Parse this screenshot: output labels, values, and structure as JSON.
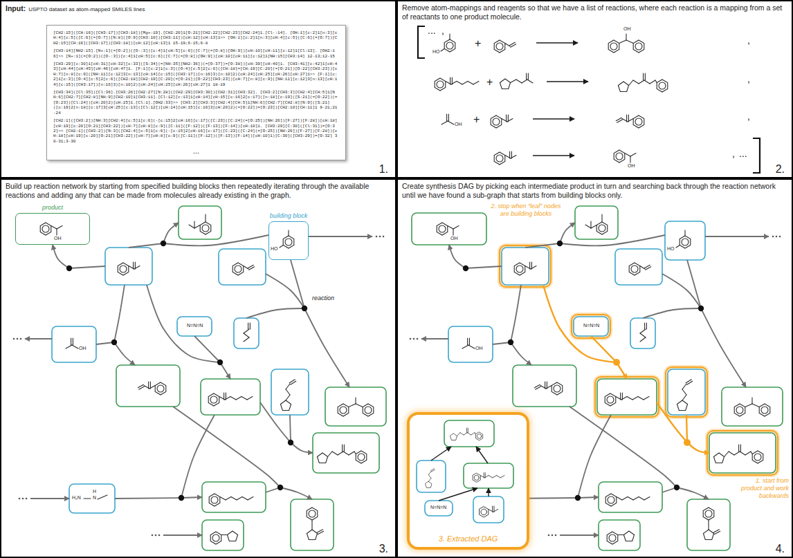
{
  "diagram": {
    "nodes": [
      {
        "text": [
          "Input:",
          "USPTO dataset as atom-mapped SMILES lines",
          "1."
        ]
      },
      {
        "text": [
          "[CH2:15]([CH:16]([CH3:17])[CH3:18])[Mg+:19].[CH2:20]1[O:21][CH2:22][CH2:23][CH2:24]1.[Cl-:14]. [OH:1][c:2]1[n:3][cH:4][c:5]([C:6](=[O:7])[N:8]([O:9][CH3:10])[CH3:11])[cH:12][cH:13]1>> [OH:1][c:2]1[n:3][cH:4][c:5]([C:6](=[O:7])[CH2:15][CH:16]([CH3:17])[CH3:18])[cH:12][cH:13]1 15-19;6-15;6-8",
          "[CH3:14][NH2:15].[N+:1](=[O:2])([O-:3])[c:4]1[cH:5][c:6]([C:7](=[O:8])[OH:9])[cH:10][cH:11][c:12]1[Cl:13]. [OH2:16]>> [N+:1](=[O:2])([O-:3])[c:4]1[cH:5][c:6]([C:7](=[O:8])[OH:9])[cH:10][cH:11][c:12]1[NH:15][CH3:14] 12-13;12-15",
          "[CH3:29][c:30]1[cH:31][cH:32][c:33]([S:34](=[NH:35][NH2:36])(=[O:37])=[O:38])[cH:39][cH:40]1. [CH3:41][c:42]1[cH:43][cH:44][cH:45][cH:46][cH:47]1. [F:1][c:2]1[c:3]([O:4][c:5]2[c:6]([CH:18]=[CH:19][C:20](=[O:21])[O:22][CH3:23])[cH:7][n:8][c:9]([NH:11][c:12]3[n:13][cH:14][c:15]([CH3:17])[n:16]3)[n:10]2)[cH:24][cH:25][cH:26][cH:27]1>> [F:1][c:2]1[c:3]([O:4][c:5]2[c:6]([CH2:18][CH2:19][C:20](=[O:21])[O:22][CH3:23])[cH:7][n:8][c:9]([NH:11][c:12]3[n:13][cH:14][c:15]([CH3:17])[n:16]3)[n:10]2)[cH:24][cH:25][cH:26][cH:27]1 18-19",
          "[CH3:34]([Cl:35])[Cl:36].[CH3:26][CH2:27][N:28]([CH2:29][CH3:30])[CH2:31][CH3:32]. [CH3:2][CH3:3][CH2:4][CH:5]1[NH:6][CH2:7][CH2:8][NH:9][CH2:10]1[CH3:11].[Cl:12][c:13]1[cH:14][cH:15][c:16]2[c:17]([n:18][c:19]([S:21](=[O:22])(=[O:23])[Cl:24])[cH:20]2)[cH:25]1.[Cl:1].[OH2:33]>> [CH3:2][CH3:3][CH2:4][CH:5]1[NH:6][CH2:7][CH2:8][N:9]([S:21]([c:19]2[n:18][c:17]3[cH:25][c:13]([Cl:12])[cH:14][cH:15][c:16]3[cH:20]2)(=[O:22])=[O:23])[CH2:10][CH:11]1 9-21;21-24",
          "[CH2:1]([CH3:2])[NH:3][CH2:4][c:5]1[c:6](-[c:15]2[cH:16][c:17]([C:23]([C:24](=[O:25])[NH:26])[F:27])[F:28])[cH:18][cH:19][c:20][O:21][CH3:22])[cH:7][cH:8][c:9]([C:11]([F:12])([F:13])[F:14])[cH:10]1. [CH3:29][C:30]([Cl:31])=[O:32]>> [CH2:1]([CH3:2])[N:3]([CH2:4][c:5]1[c:6](-[c:15]2[cH:16][c:17]([C:23]([C:24](=[O:25])[NH:26])[F:27])[F:28])[cH:18][cH:19][c:20][O:21][CH3:22])[cH:7][cH:8][c:9]([C:11]([F:12])([F:13])[F:14])[cH:10]1)[C:30]([CH3:29])=[O:32] 30-31;3-30",
          "..."
        ],
        "in": 0
      },
      {
        "text": [
          "Remove atom-mappings and reagents so that we have a list of reactions, where each reaction is a mapping from a set of reactants to one product molecule.",
          "2."
        ]
      },
      {
        "text": [
          "Build up reaction network by starting from specified building blocks then repeatedly iterating through the available reactions and adding any that can be made from molecules already existing in the graph.",
          "3."
        ]
      },
      {
        "text": [
          "product"
        ],
        "in": 3
      },
      {
        "text": [
          "building block"
        ],
        "in": 3
      },
      {
        "text": [
          "Create synthesis DAG by picking each intermediate product in turn and searching back through the reaction network until we have found a sub-graph that starts from building blocks only.",
          "4."
        ]
      },
      {
        "text": [
          "3. Extracted DAG"
        ],
        "in": 6
      }
    ],
    "labels": [
      "...",
      ",",
      "HO",
      "+",
      "OH",
      ",",
      "+",
      ",",
      "OH",
      "+",
      ",",
      "OH",
      ",",
      "...",
      "OH",
      "HO",
      "reaction",
      "OH",
      "N=N=N",
      "H₂N",
      "H",
      "N",
      "2. stop when “leaf” nodes are building blocks",
      "OH",
      "HO",
      "OH",
      "N=N=N",
      "N=N=N",
      "1. start from product and work backwards"
    ]
  }
}
